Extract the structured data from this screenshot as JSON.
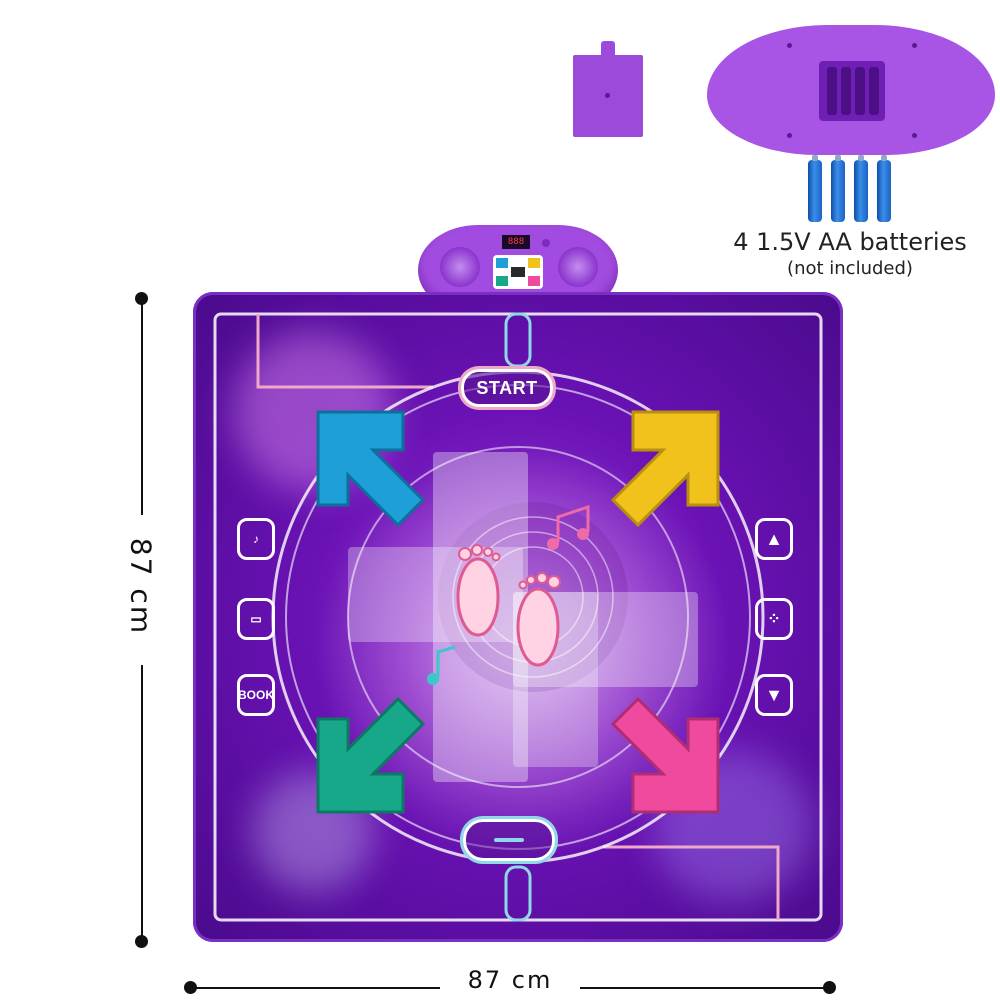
{
  "battery": {
    "title": "4 1.5V AA batteries",
    "subtitle": "(not included)"
  },
  "dimensions": {
    "height_label": "87 cm",
    "width_label": "87 cm"
  },
  "mat": {
    "start_label": "START",
    "side_left": [
      "",
      "",
      "BOOK"
    ],
    "display_digits": "888"
  },
  "colors": {
    "mat_purple": "#6a12b5",
    "arrow_blue": "#1f9fd8",
    "arrow_yellow": "#f2c21c",
    "arrow_green": "#17a88a",
    "arrow_pink": "#f04a9e",
    "battery_blue": "#1a63c4"
  }
}
